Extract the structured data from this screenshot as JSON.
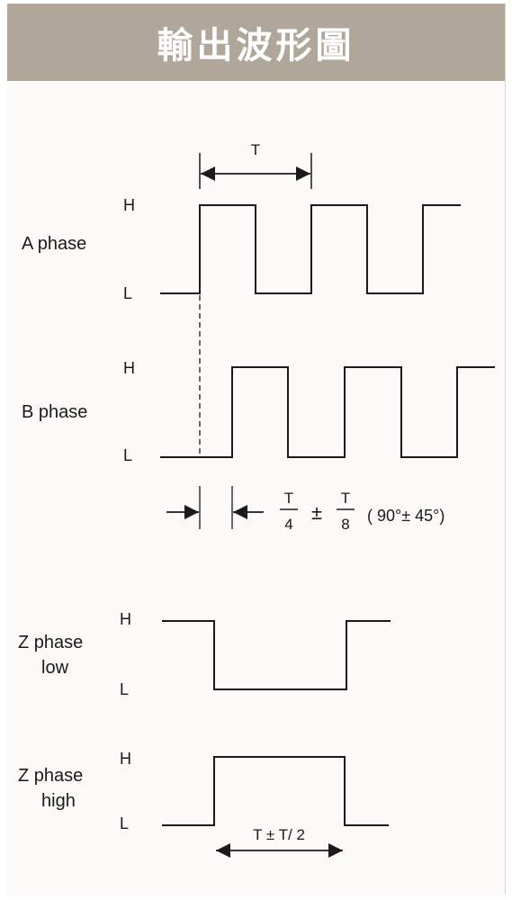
{
  "header": {
    "title": "輸出波形圖"
  },
  "period_label": "T",
  "phases": [
    {
      "label_lines": [
        "A phase"
      ],
      "high": "H",
      "low": "L"
    },
    {
      "label_lines": [
        "B phase"
      ],
      "high": "H",
      "low": "L"
    },
    {
      "label_lines": [
        "Z phase",
        "low"
      ],
      "high": "H",
      "low": "L"
    },
    {
      "label_lines": [
        "Z phase",
        "high"
      ],
      "high": "H",
      "low": "L"
    }
  ],
  "phase_shift": {
    "frac1_num": "T",
    "frac1_den": "4",
    "pm": "±",
    "frac2_num": "T",
    "frac2_den": "8",
    "degrees": "( 90°± 45°)"
  },
  "z_width_label": "T ± T/ 2",
  "colors": {
    "header_bg": "#b0a79a",
    "line": "#1a1a1a",
    "page_bg": "#fbfaf8"
  }
}
